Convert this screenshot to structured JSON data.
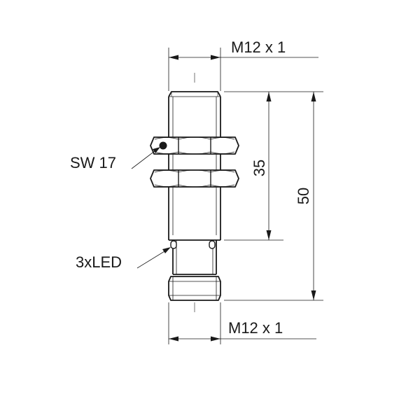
{
  "thread_top_label": "M12 x 1",
  "thread_bottom_label": "M12 x 1",
  "wrench_size_label": "SW 17",
  "led_label": "3xLED",
  "dim_thread_length": "35",
  "dim_total_length": "50",
  "line_color": "#1a1a1a"
}
